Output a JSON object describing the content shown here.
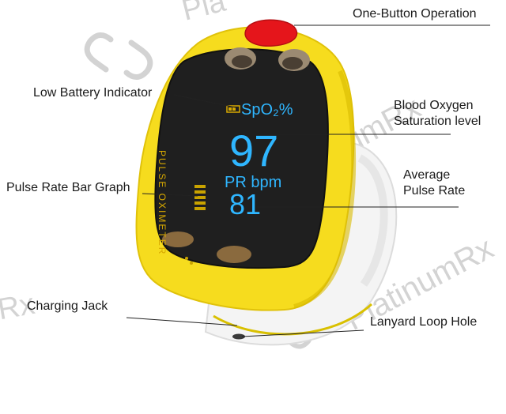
{
  "callouts": {
    "one_button": "One-Button Operation",
    "low_battery": "Low Battery Indicator",
    "spo2_line1": "Blood Oxygen",
    "spo2_line2": "Saturation level",
    "bar_graph": "Pulse Rate Bar Graph",
    "avg_line1": "Average",
    "avg_line2": "Pulse Rate",
    "charging": "Charging Jack",
    "lanyard": "Lanyard Loop Hole"
  },
  "device": {
    "side_text": "PULSE OXIMETER",
    "spo2_label": "SpO₂%",
    "spo2_value": "97",
    "pr_label": "PR bpm",
    "pr_value": "81"
  },
  "watermark": {
    "brand": "PlatinumRx",
    "fragment_top": "Pla",
    "fragment_left": "Rx"
  },
  "colors": {
    "body_yellow": "#f6dc1e",
    "button_red": "#e5151b",
    "screen_digits": "#2fb6ff"
  }
}
